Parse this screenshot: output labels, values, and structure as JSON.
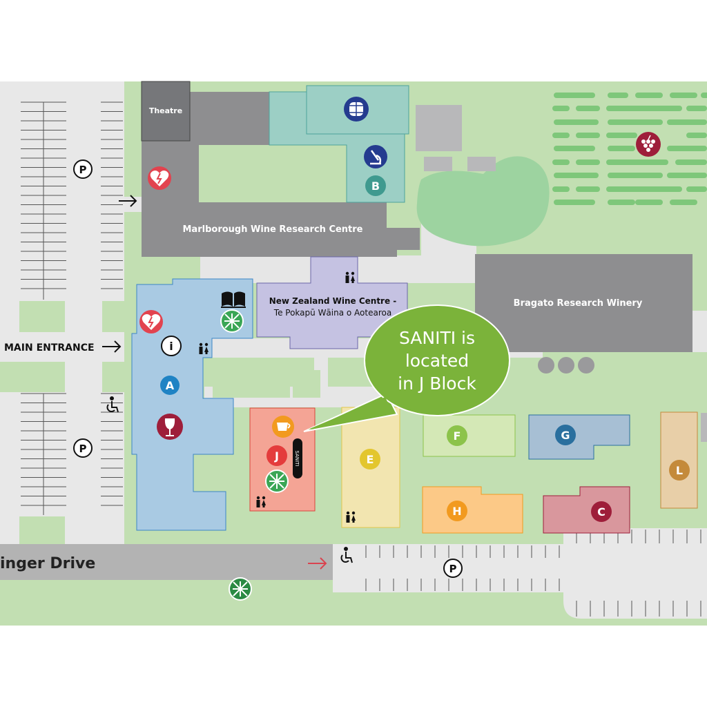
{
  "map": {
    "colors": {
      "grass": "#c2dfb2",
      "building_grey": "#8e8e90",
      "parking": "#e8e8e8",
      "block_a": "#a9cae3",
      "block_j": "#f4a495",
      "callout": "#7bb33a"
    },
    "buildings": {
      "theatre": "Theatre",
      "mwrc": "Marlborough Wine Research Centre",
      "nzwc_line1": "New Zealand Wine Centre -",
      "nzwc_line2": "Te Pokapū Wāina o Aotearoa",
      "bragato": "Bragato Research Winery"
    },
    "labels": {
      "main_entrance": "MAIN ENTRANCE",
      "street": "inger Drive",
      "saniti_vertical": "SANITI"
    },
    "callout": {
      "line1": "SANITI is",
      "line2": "located",
      "line3": "in J Block"
    },
    "block_letters": {
      "a": "A",
      "b": "B",
      "c": "C",
      "e": "E",
      "f": "F",
      "g": "G",
      "h": "H",
      "j": "J",
      "l": "L"
    },
    "parking_glyph": "P",
    "info_glyph": "i",
    "icons": [
      "parking-icon",
      "defibrillator-icon",
      "info-icon",
      "toilets-icon",
      "accessible-icon",
      "library-icon",
      "cafe-icon",
      "wine-icon",
      "barrel-icon",
      "microscope-icon",
      "grapes-icon",
      "assembly-point-icon",
      "arrow-icon"
    ]
  }
}
